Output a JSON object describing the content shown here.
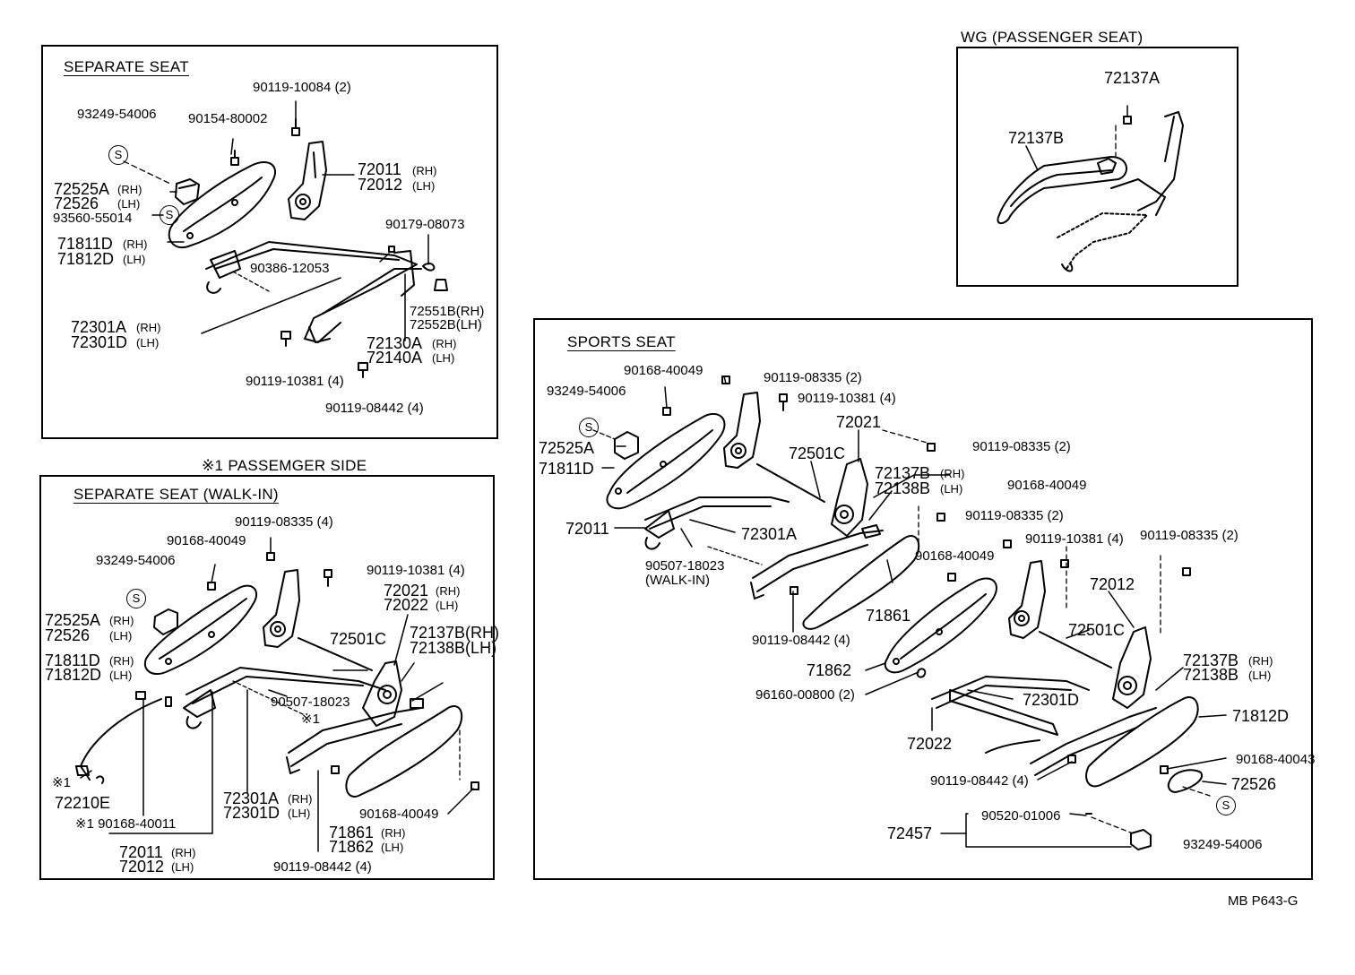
{
  "page_ref": "MB  P643-G",
  "panel_separate": {
    "title": "SEPARATE SEAT",
    "labels": {
      "p9011910084": "90119-10084 (2)",
      "p9324954006": "93249-54006",
      "p9015480002": "90154-80002",
      "p72011": "72011",
      "p72011rh": "(RH)",
      "p72012": "72012",
      "p72012lh": "(LH)",
      "p72525a": "72525A",
      "p72525arh": "(RH)",
      "p72526": "72526",
      "p72526lh": "(LH)",
      "p9356055014": "93560-55014",
      "p71811d": "71811D",
      "p71811drh": "(RH)",
      "p71812d": "71812D",
      "p71812dlh": "(LH)",
      "p9017908073": "90179-08073",
      "p9038612053": "90386-12053",
      "p72551b": "72551B(RH)",
      "p72552b": "72552B(LH)",
      "p72301a": "72301A",
      "p72301arh": "(RH)",
      "p72301d": "72301D",
      "p72301dlh": "(LH)",
      "p72130a": "72130A",
      "p72130arh": "(RH)",
      "p72140a": "72140A",
      "p72140alh": "(LH)",
      "p9011910381": "90119-10381 (4)",
      "p9011908442": "90119-08442 (4)"
    }
  },
  "panel_walkin": {
    "heading": "※1 PASSEMGER  SIDE",
    "title": "SEPARATE SEAT (WALK-IN)",
    "labels": {
      "p9011908335": "90119-08335 (4)",
      "p9016840049a": "90168-40049",
      "p9324954006": "93249-54006",
      "p9011910381": "90119-10381 (4)",
      "p72021": "72021",
      "p72021rh": "(RH)",
      "p72022": "72022",
      "p72022lh": "(LH)",
      "p72525a": "72525A",
      "p72525arh": "(RH)",
      "p72526": "72526",
      "p72526lh": "(LH)",
      "p72501c": "72501C",
      "p72137b": "72137B(RH)",
      "p72138b": "72138B(LH)",
      "p71811d": "71811D",
      "p71811drh": "(RH)",
      "p71812d": "71812D",
      "p71812dlh": "(LH)",
      "p9050718023": "90507-18023",
      "pmark1": "※1",
      "pmark2": "※1",
      "p72210e": "72210E",
      "p72301a": "72301A",
      "p72301arh": "(RH)",
      "p72301d": "72301D",
      "p72301dlh": "(LH)",
      "p9016840049b": "90168-40049",
      "p9016840011": "※1 90168-40011",
      "p71861": "71861",
      "p71861rh": "(RH)",
      "p71862": "71862",
      "p71862lh": "(LH)",
      "p72011": "72011",
      "p72011rh": "(RH)",
      "p72012": "72012",
      "p72012lh": "(LH)",
      "p9011908442": "90119-08442 (4)"
    }
  },
  "panel_wg": {
    "heading": "WG (PASSENGER SEAT)",
    "labels": {
      "p72137a": "72137A",
      "p72137b": "72137B"
    }
  },
  "panel_sports": {
    "title": "SPORTS SEAT",
    "labels": {
      "p9016840049a": "90168-40049",
      "p9011908335a": "90119-08335 (2)",
      "p9324954006a": "93249-54006",
      "p9011910381a": "90119-10381 (4)",
      "p72021": "72021",
      "p72525a": "72525A",
      "p72501c": "72501C",
      "p9011908335b": "90119-08335 (2)",
      "p71811d": "71811D",
      "p72137b": "72137B",
      "p72137brh": "(RH)",
      "p72138b": "72138B",
      "p72138blh": "(LH)",
      "p9016840049b": "90168-40049",
      "p72011a": "72011",
      "p72301a": "72301A",
      "p9011908335c": "90119-08335 (2)",
      "p9050718023": "90507-18023",
      "pwalkin": "(WALK-IN)",
      "p9016840049c": "90168-40049",
      "p9011910381b": "90119-10381 (4)",
      "p9011908335d": "90119-08335 (2)",
      "p71861": "71861",
      "p72012": "72012",
      "p9011908442a": "90119-08442 (4)",
      "p72501c2": "72501C",
      "p71862": "71862",
      "p72137b2": "72137B",
      "p72137b2rh": "(RH)",
      "p72138b2": "72138B",
      "p72138b2lh": "(LH)",
      "p9616000800": "96160-00800 (2)",
      "p72301d": "72301D",
      "p71812d": "71812D",
      "p72022": "72022",
      "p9016840043": "90168-40043",
      "p9011908442b": "90119-08442 (4)",
      "p72526": "72526",
      "p9052001006": "90520-01006",
      "p72457": "72457",
      "p9324954006b": "93249-54006"
    }
  }
}
